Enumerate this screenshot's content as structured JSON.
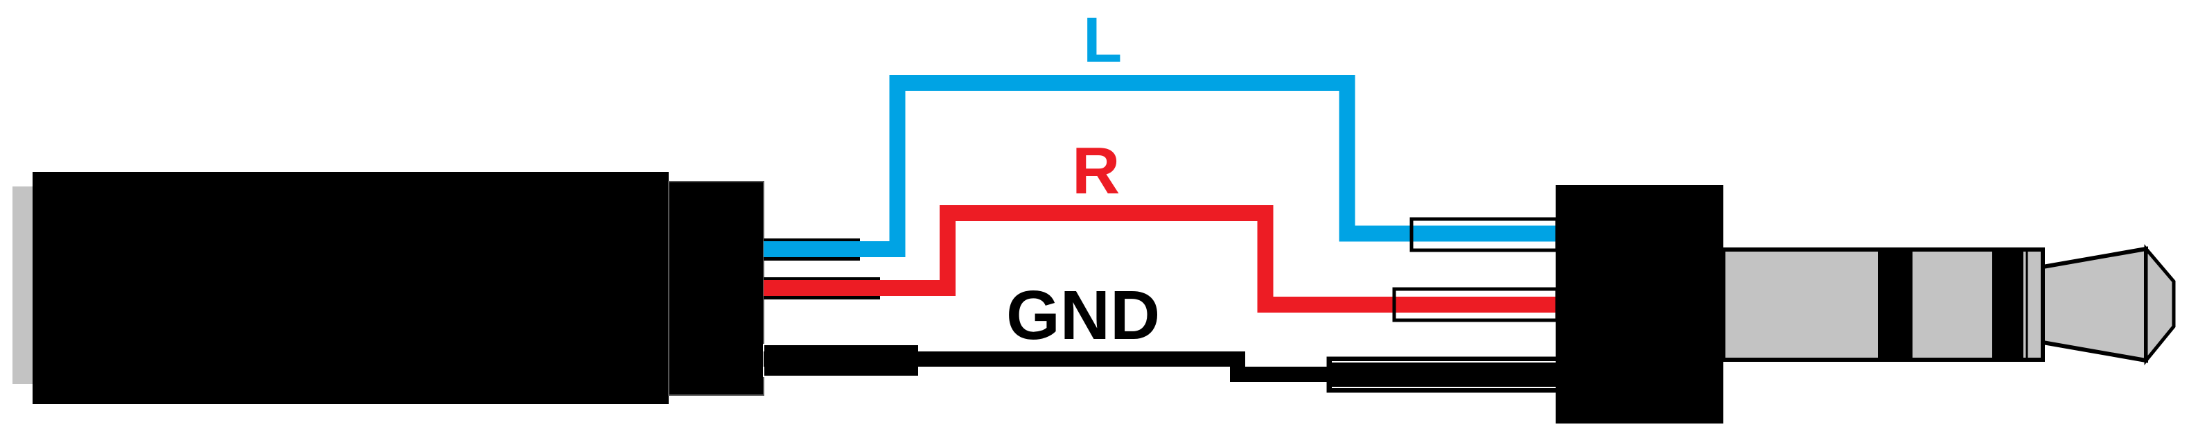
{
  "labels": {
    "left": "L",
    "right": "R",
    "ground": "GND"
  },
  "colors": {
    "left": "#00A3E4",
    "right": "#ED1C24",
    "ground": "#000000",
    "metal": "#C3C3C3"
  }
}
